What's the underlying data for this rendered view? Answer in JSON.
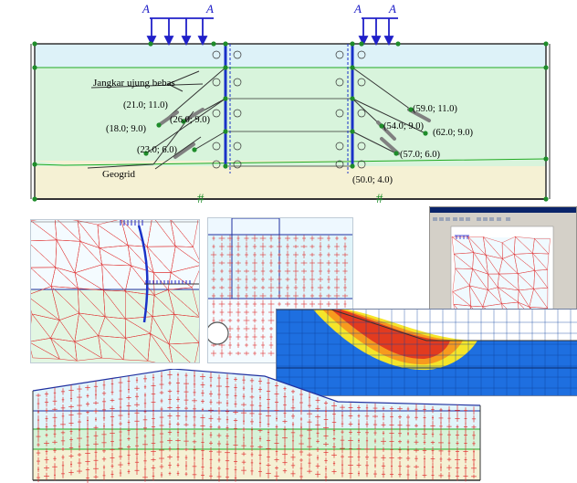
{
  "main_model": {
    "load_labels": [
      "A",
      "A",
      "A",
      "A"
    ],
    "anchor_label": "Jangkar ujung bebas",
    "geogrid_label": "Geogrid",
    "coordinates": [
      "(21.0; 11.0)",
      "(26.0; 9.0)",
      "(18.0; 9.0)",
      "(23.0; 6.0)",
      "(59.0; 11.0)",
      "(54.0; 9.0)",
      "(62.0; 9.0)",
      "(57.0; 6.0)",
      "(50.0; 4.0)"
    ],
    "fixity_marks": [
      "#",
      "#"
    ]
  },
  "colors": {
    "soil_top": "#ddf2f8",
    "soil_middle": "#d8f4dc",
    "soil_bottom": "#f5f1d4",
    "mesh_red": "#e03030",
    "wall_blue": "#1a32c8",
    "node_green": "#1e8c2a",
    "slope_band_red": "#e23b1f",
    "slope_band_orange": "#f79a1e",
    "slope_band_yellow": "#f5e52a",
    "slope_mesh_blue": "#1e6fe0"
  }
}
